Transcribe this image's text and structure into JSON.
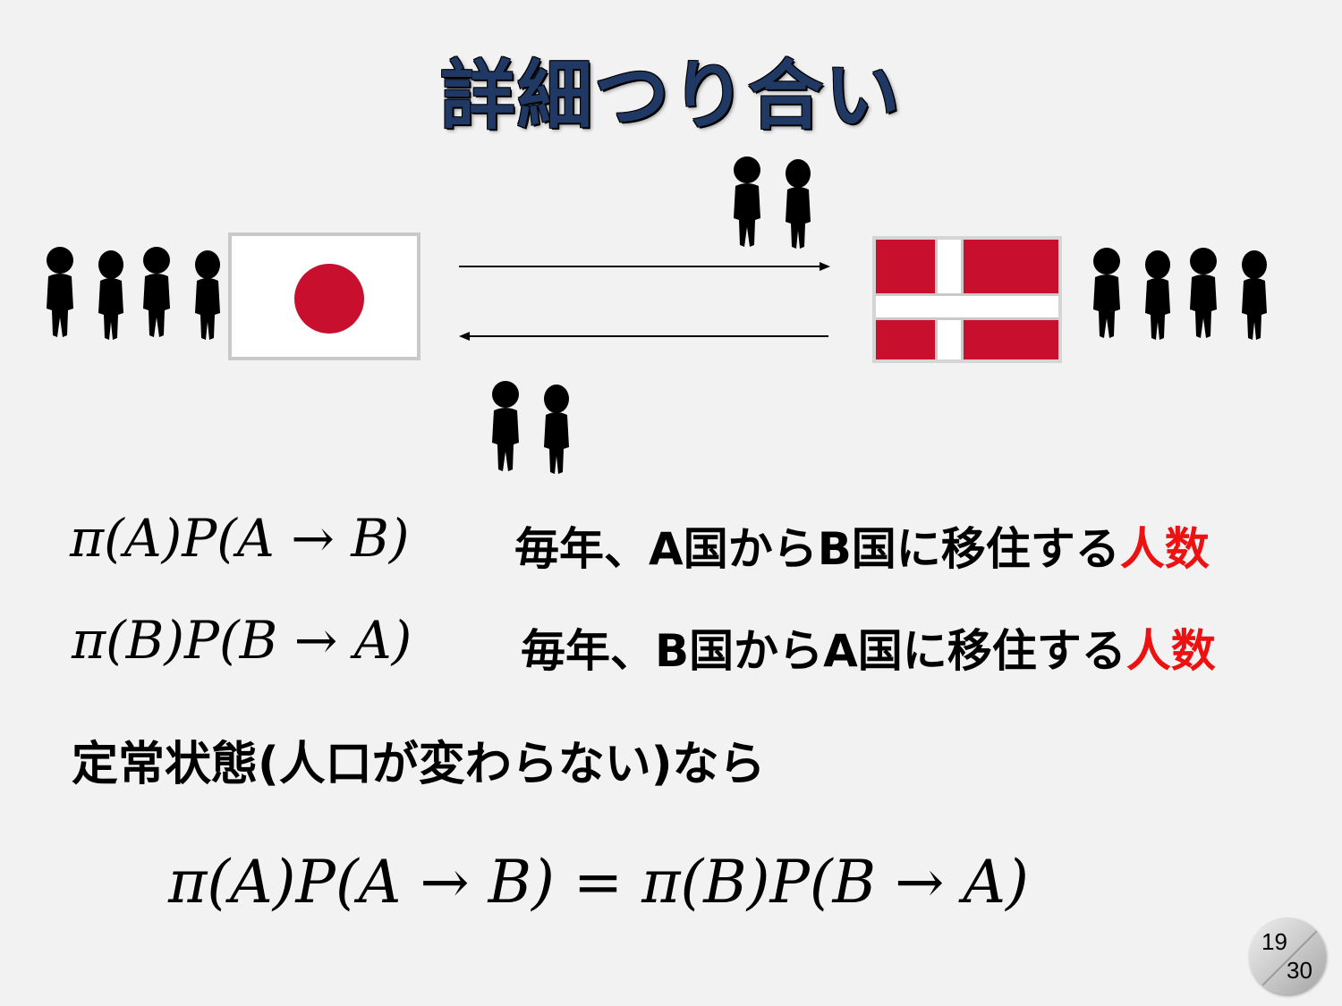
{
  "slide": {
    "title": "詳細つり合い",
    "eq1": "π(A)P(A → B)",
    "desc1_main": "毎年、A国からB国に移住する",
    "desc1_red": "人数",
    "eq2": "π(B)P(B → A)",
    "desc2_main": "毎年、B国からA国に移住する",
    "desc2_red": "人数",
    "steady_state": "定常状態(人口が変わらない)なら",
    "final_equation": "π(A)P(A → B) = π(B)P(B → A)",
    "page_current": "19",
    "page_total": "30"
  },
  "colors": {
    "title": "#1f3864",
    "accent_red": "#ee1111",
    "japan_red": "#c8102e",
    "denmark_red": "#c8102e"
  }
}
